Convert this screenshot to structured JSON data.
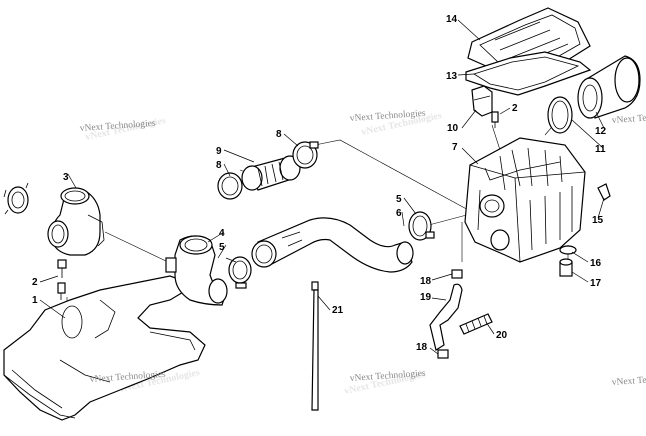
{
  "watermark": "vNext Technologies",
  "callouts": {
    "c1": "1",
    "c2a": "2",
    "c2b": "2",
    "c3": "3",
    "c4": "4",
    "c5a": "5",
    "c5b": "5",
    "c6": "6",
    "c7": "7",
    "c8a": "8",
    "c8b": "8",
    "c9": "9",
    "c10": "10",
    "c11": "11",
    "c12": "12",
    "c13": "13",
    "c14": "14",
    "c15": "15",
    "c16": "16",
    "c17": "17",
    "c18a": "18",
    "c18b": "18",
    "c19": "19",
    "c20": "20",
    "c21": "21"
  }
}
